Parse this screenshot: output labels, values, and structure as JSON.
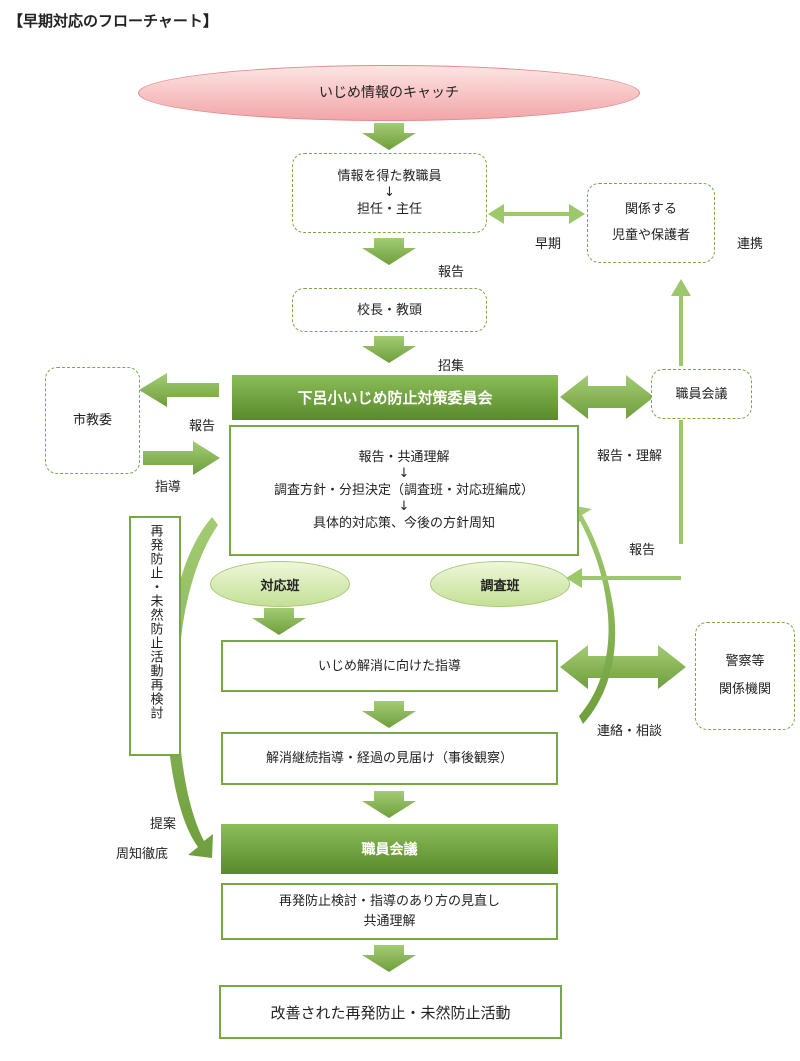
{
  "title": "【早期対応のフローチャート】",
  "nodes": {
    "catch": "いじめ情報のキャッチ",
    "teacher_line1": "情報を得た教職員",
    "teacher_arrow": "↓",
    "teacher_line2": "担任・主任",
    "related_line1": "関係する",
    "related_line2": "児童や保護者",
    "principal": "校長・教頭",
    "committee": "下呂小いじめ防止対策委員会",
    "city": "市教委",
    "staff_meeting_right": "職員会議",
    "policy_line1": "報告・共通理解",
    "policy_arrow1": "↓",
    "policy_line2": "調査方針・分担決定（調査班・対応班編成）",
    "policy_arrow2": "↓",
    "policy_line3": "具体的対応策、今後の方針周知",
    "response_team": "対応班",
    "investigation_team": "調査班",
    "guidance": "いじめ解消に向けた指導",
    "police_line1": "警察等",
    "police_line2": "関係機関",
    "follow_up": "解消継続指導・経過の見届け（事後観察）",
    "vertical_box": "再発防止・未然防止活動再検討",
    "staff_meeting_main": "職員会議",
    "review_line1": "再発防止検討・指導のあり方の見直し",
    "review_line2": "共通理解",
    "final": "改善された再発防止・未然防止活動"
  },
  "labels": {
    "early": "早期",
    "cooperation": "連携",
    "report1": "報告",
    "convene": "招集",
    "report_city": "報告",
    "guide_city": "指導",
    "report_understand": "報告・理解",
    "report2": "報告",
    "contact_consult": "連絡・相談",
    "propose": "提案",
    "inform": "周知徹底"
  },
  "colors": {
    "arrow_green": "#8cbb58",
    "border_green": "#77a843",
    "oval_pink": "#f6b6b8",
    "oval_green": "#d9ecb4"
  }
}
